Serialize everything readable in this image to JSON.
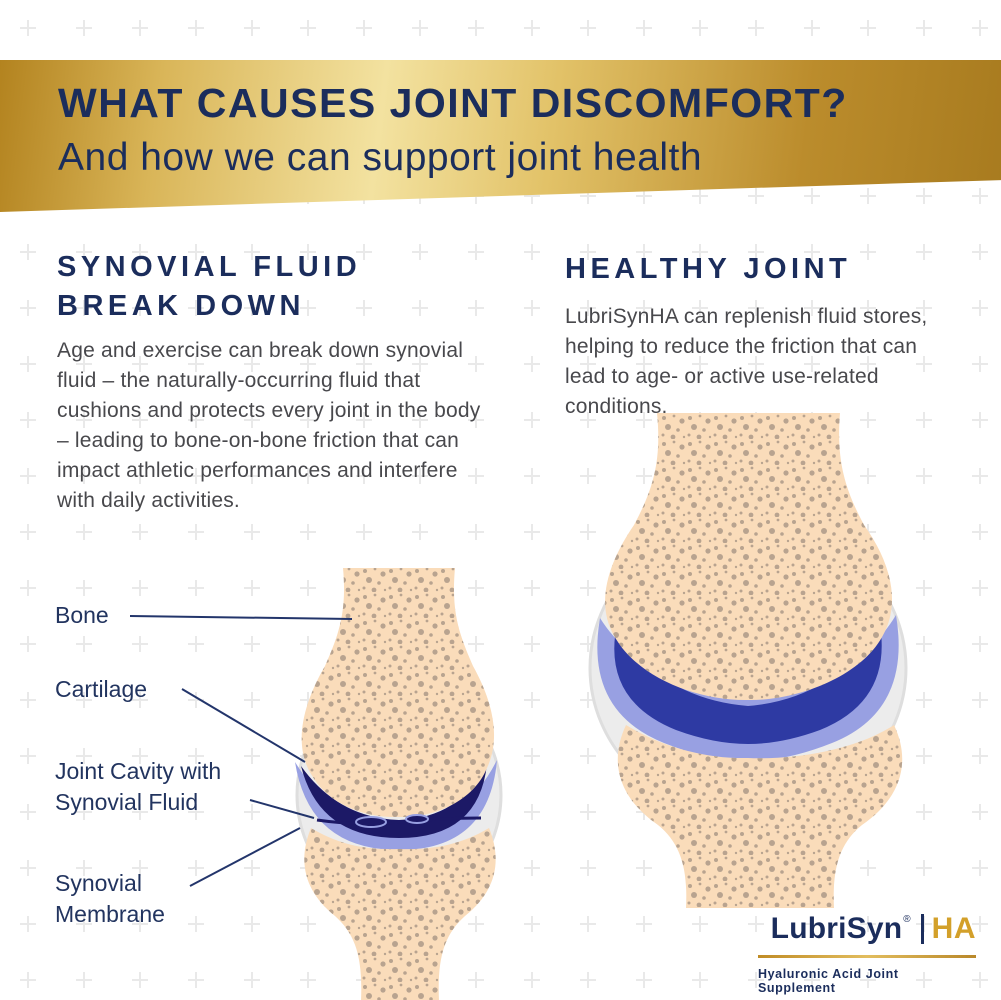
{
  "banner": {
    "title": "WHAT CAUSES JOINT DISCOMFORT?",
    "subtitle": "And how we can support joint health"
  },
  "sections": {
    "breakdown": {
      "heading": [
        "SYNOVIAL FLUID",
        "BREAK DOWN"
      ],
      "body": "Age and exercise can break down synovial fluid – the naturally-occurring fluid that cushions and protects every joint in the body – leading to bone-on-bone friction that can impact athletic performances and interfere with daily activities.",
      "labels": {
        "bone": "Bone",
        "cartilage": "Cartilage",
        "cavity": "Joint Cavity with Synovial Fluid",
        "membrane": "Synovial Membrane"
      }
    },
    "healthy": {
      "heading": "HEALTHY JOINT",
      "body": "LubriSynHA can replenish fluid stores, helping to reduce the friction that can lead to age- or active use-related conditions."
    }
  },
  "logo": {
    "brand": "LubriSyn",
    "reg": "®",
    "suffix": "HA",
    "tagline": "Hyaluronic Acid Joint Supplement"
  },
  "colors": {
    "navy": "#1b2d5c",
    "gold": "#c9992f",
    "gold_light": "#f3e2a0",
    "bone": "#fadcba",
    "speckle": "#a79585",
    "capsule_gray": "#ececec",
    "periwinkle": "#98a0e2",
    "fluid_dark_blue": "#2e3aa3",
    "cavity_dark_navy": "#1c1966",
    "body_text": "#48484c"
  }
}
